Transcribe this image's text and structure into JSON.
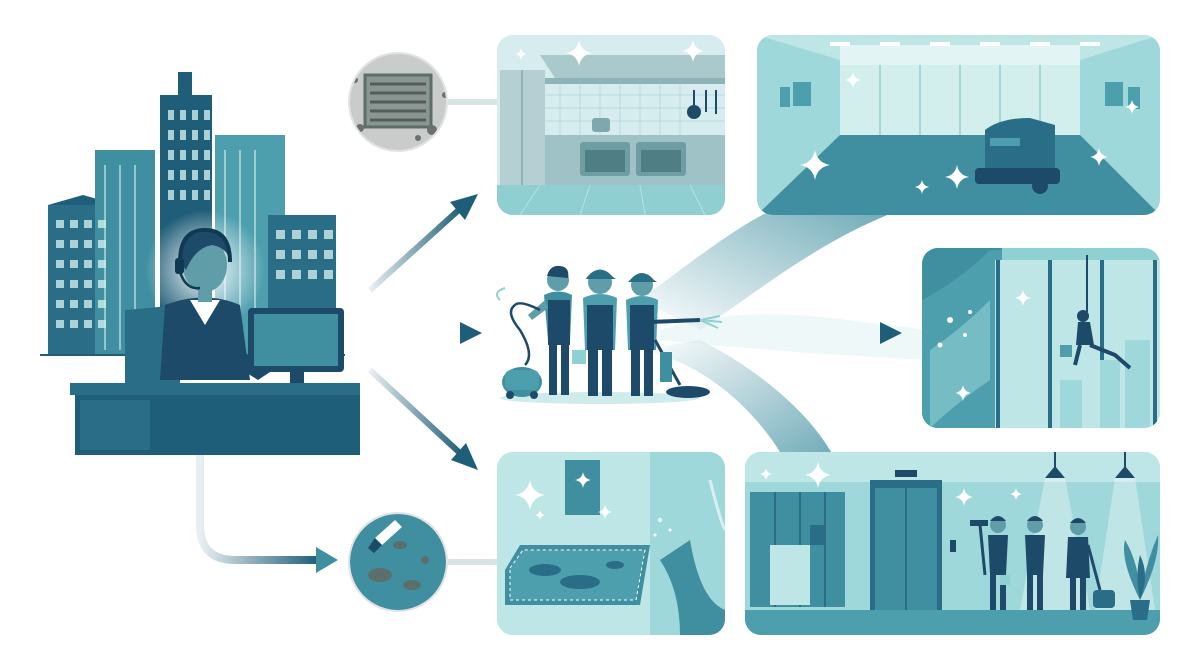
{
  "palette": {
    "background": "#ffffff",
    "teal_dark": "#1f5e78",
    "teal_mid": "#3f8fa0",
    "teal_light": "#8fd0d2",
    "teal_pale": "#cdeceb",
    "navy": "#1d4a68",
    "sparkle": "#ffffff",
    "dirt": "#5b6f6a"
  },
  "illustration": {
    "sections": [
      "dispatcher-office",
      "cleaning-crew",
      "kitchen-exhaust",
      "office-floor-scrubbing",
      "window-washing",
      "carpet-stain-cleaning",
      "lobby-janitorial"
    ],
    "icons": [
      "city-buildings-icon",
      "headset-icon",
      "computer-monitor-icon",
      "vent-grime-icon",
      "carpet-stain-icon",
      "floor-scrubber-icon",
      "vacuum-icon",
      "pressure-washer-icon",
      "bucket-icon",
      "elevator-icon",
      "sparkle-icon",
      "arrow-icon"
    ]
  }
}
